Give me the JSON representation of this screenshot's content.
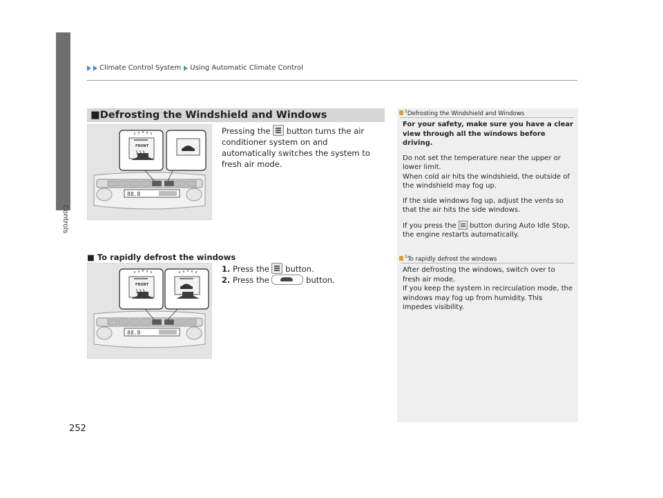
{
  "header": {
    "breadcrumb_1": "Climate Control System",
    "breadcrumb_2": "Using Automatic Climate Control"
  },
  "side_tab": {
    "label": "Controls"
  },
  "page_number": "252",
  "section": {
    "title": "■Defrosting the Windshield and Windows",
    "text_before_button": "Pressing the ",
    "text_after_button": " button turns the air conditioner system on and automatically switches the system to fresh air mode."
  },
  "subsection": {
    "title": "■ To rapidly defrost the windows",
    "step1_num": "1.",
    "step1_pre": "Press the ",
    "step1_post": " button.",
    "step2_num": "2.",
    "step2_pre": "Press the ",
    "step2_post": " button."
  },
  "panel_labels": {
    "front": "FRONT"
  },
  "sidebar": {
    "note1_marker": "1",
    "note1_title": "Defrosting the Windshield and Windows",
    "note1_bold": "For your safety, make sure you have a clear view through all the windows before driving.",
    "note1_p1": "Do not set the temperature near the upper or lower limit.",
    "note1_p2": "When cold air hits the windshield, the outside of the windshield may fog up.",
    "note1_p3": "If the side windows fog up, adjust the vents so that the air hits the side windows.",
    "note1_p4_pre": "If you press the ",
    "note1_p4_post": " button during Auto Idle Stop, the engine restarts automatically.",
    "note2_marker": "1",
    "note2_title": "To rapidly defrost the windows",
    "note2_p1": "After defrosting the windows, switch over to fresh air mode.",
    "note2_p2": "If you keep the system in recirculation mode, the windows may fog up from humidity. This impedes visibility."
  },
  "colors": {
    "accent_arrow": "#4a8fc4",
    "side_tab": "#6f6f6f",
    "section_bar": "#d6d6d6",
    "sidebar_bg": "#efefef"
  }
}
